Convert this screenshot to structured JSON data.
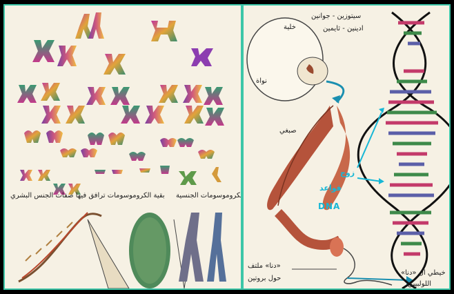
{
  "left_panel": {
    "caption_karyotype": "الكروموسومات الجنسية",
    "caption_autosomes": "بقية الكروموسومات ترافق فيها صفات الجنس البشري"
  },
  "right_panel": {
    "label_cell": "خلية",
    "label_nucleus": "نواة",
    "label_chromatid": "صبغي",
    "label_bases_top1": "سيتوزين - جوانين",
    "label_bases_top2": "ادينين - ثايمين",
    "label_blue1": "زوج",
    "label_blue2": "قواعد",
    "label_dna": "DNA",
    "label_coiled": "«دنا» ملتف",
    "label_protein": "حول بروتين",
    "label_helix": "خيطي ال «دنا»",
    "label_helix2": "اللولبيين"
  },
  "colors": {
    "border": "#3cc6a8",
    "background": "#f6f1e4",
    "accent_blue": "#17b7d6"
  }
}
